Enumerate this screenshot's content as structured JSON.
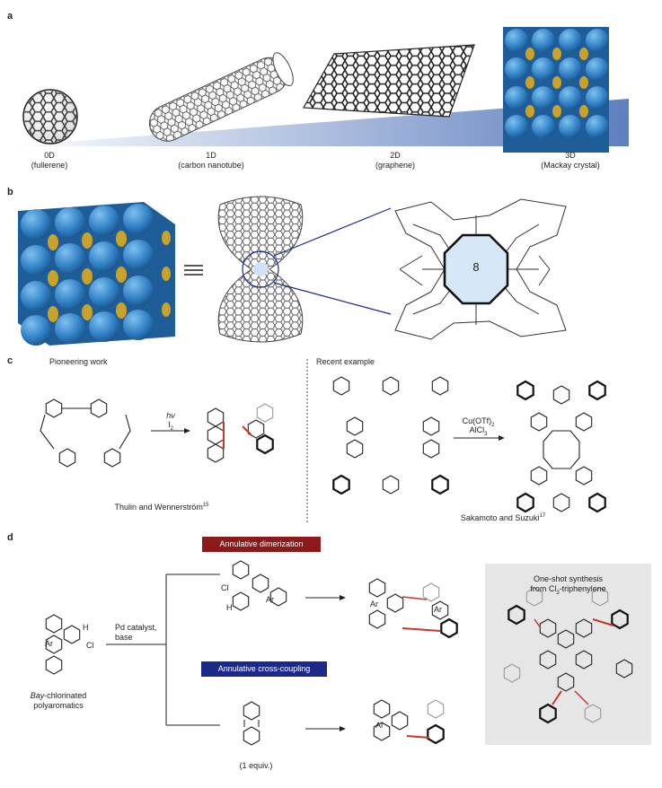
{
  "panel_a": {
    "label": "a",
    "items": [
      {
        "dim": "0D",
        "name": "(fullerene)"
      },
      {
        "dim": "1D",
        "name": "(carbon nanotube)"
      },
      {
        "dim": "2D",
        "name": "(graphene)"
      },
      {
        "dim": "3D",
        "name": "(Mackay crystal)"
      }
    ]
  },
  "panel_b": {
    "label": "b",
    "ring_size": "8"
  },
  "panel_c": {
    "label": "c",
    "left_title": "Pioneering work",
    "left_reagent_1": "hν",
    "left_reagent_2": "I",
    "left_reagent_2_sub": "2",
    "left_credit": "Thulin and Wennerström",
    "left_credit_ref": "15",
    "right_title": "Recent example",
    "right_reagent_1": "Cu(OTf)",
    "right_reagent_1_sub": "2",
    "right_reagent_2": "AlCl",
    "right_reagent_2_sub": "3",
    "right_credit": "Sakamoto and Suzuki",
    "right_credit_ref": "17"
  },
  "panel_d": {
    "label": "d",
    "start_label_italic": "Bay",
    "start_label_rest": "-chlorinated",
    "start_label_2": "polyaromatics",
    "conditions_1": "Pd catalyst,",
    "conditions_2": "base",
    "box_dimer": "Annulative dimerization",
    "box_cross": "Annulative cross-coupling",
    "equiv": "(1 equiv.)",
    "atom_cl": "Cl",
    "atom_h": "H",
    "atom_ar": "Ar",
    "oneshot_1": "One-shot synthesis",
    "oneshot_2": "from Cl",
    "oneshot_sub": "3",
    "oneshot_3": "-triphenylene",
    "colors": {
      "dimer_box": "#8b1a1a",
      "cross_box": "#1b2a8a",
      "bond_red": "#c0392b",
      "blue": "#2f7fc3",
      "gold": "#c9a227"
    }
  }
}
